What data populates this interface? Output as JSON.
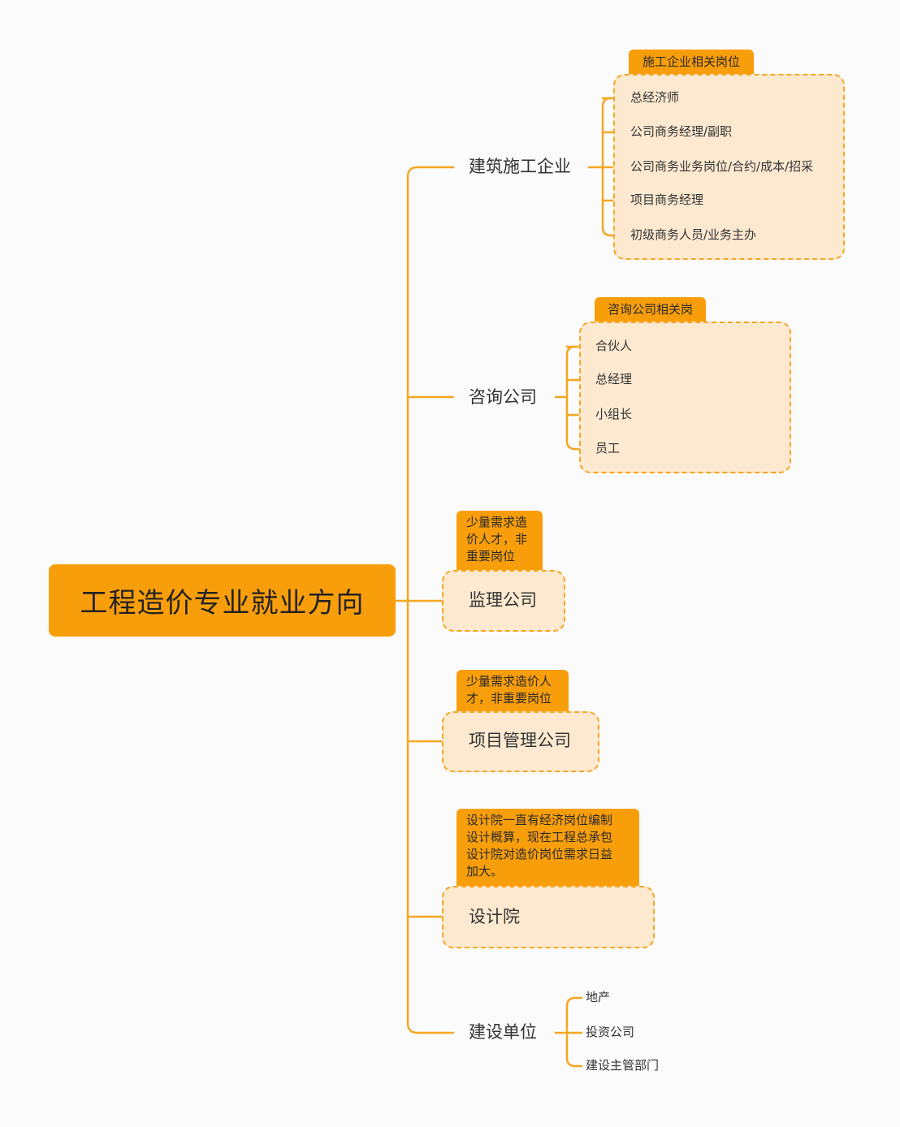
{
  "root": {
    "title": "工程造价专业就业方向"
  },
  "branches": [
    {
      "label": "建筑施工企业",
      "tag": "施工企业相关岗位",
      "items": [
        "总经济师",
        "公司商务经理/副职",
        "公司商务业务岗位/合约/成本/招采",
        "项目商务经理",
        "初级商务人员/业务主办"
      ]
    },
    {
      "label": "咨询公司",
      "tag": "咨询公司相关岗",
      "items": [
        "合伙人",
        "总经理",
        "小组长",
        "员工"
      ]
    },
    {
      "label": "监理公司",
      "tag_lines": [
        "少量需求造",
        "价人才，非",
        "重要岗位"
      ]
    },
    {
      "label": "项目管理公司",
      "tag_lines": [
        "少量需求造价人",
        "才，非重要岗位"
      ]
    },
    {
      "label": "设计院",
      "tag_lines": [
        "设计院一直有经济岗位编制",
        "设计概算，现在工程总承包",
        "设计院对造价岗位需求日益",
        "加大。"
      ]
    },
    {
      "label": "建设单位",
      "items": [
        "地产",
        "投资公司",
        "建设主管部门"
      ]
    }
  ],
  "colors": {
    "accent": "#f99e0b",
    "line": "#f5a623",
    "box_fill": "#fde9cf"
  }
}
